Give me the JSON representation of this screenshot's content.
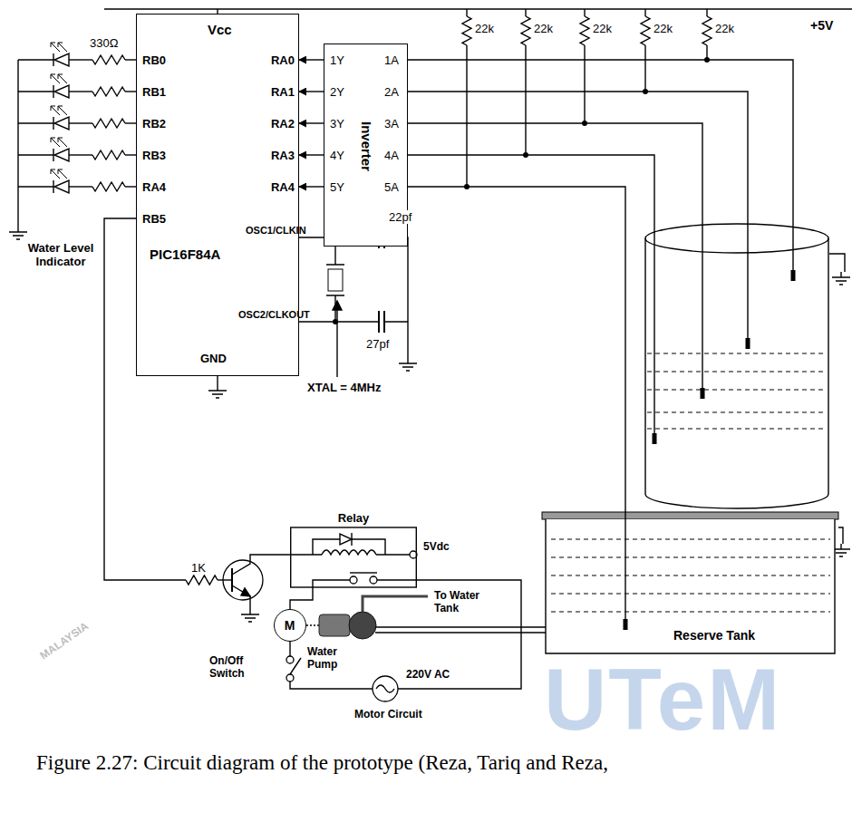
{
  "diagram": {
    "caption": "Figure 2.27: Circuit diagram of the prototype (Reza, Tariq and Reza,",
    "nodes": [
      {
        "text": [
          "PIC16F84A",
          "Vcc",
          "GND",
          "RB0",
          "RB1",
          "RB2",
          "RB3",
          "RA4",
          "RB5",
          "RA0",
          "RA1",
          "RA2",
          "RA3",
          "RA4",
          "OSC1/CLKIN",
          "OSC2/CLKOUT"
        ]
      },
      {
        "text": [
          "Inverter",
          "1Y",
          "2Y",
          "3Y",
          "4Y",
          "5Y",
          "1A",
          "2A",
          "3A",
          "4A",
          "5A"
        ]
      },
      {
        "text": [
          "Water Tank"
        ]
      },
      {
        "text": [
          "Reserve Tank"
        ]
      },
      {
        "text": [
          "Relay"
        ]
      },
      {
        "text": [
          "M"
        ]
      }
    ],
    "edges": [
      {
        "from": 1,
        "to": 0,
        "arrow": "to"
      },
      {
        "from": 1,
        "to": 0,
        "arrow": "to"
      },
      {
        "from": 1,
        "to": 0,
        "arrow": "to"
      },
      {
        "from": 1,
        "to": 0,
        "arrow": "to"
      },
      {
        "from": 1,
        "to": 0,
        "arrow": "to"
      },
      {
        "from": 2,
        "to": 1,
        "arrow": "none"
      },
      {
        "from": 2,
        "to": 1,
        "arrow": "none"
      },
      {
        "from": 2,
        "to": 1,
        "arrow": "none"
      },
      {
        "from": 2,
        "to": 1,
        "arrow": "none"
      },
      {
        "from": 3,
        "to": 1,
        "arrow": "none"
      }
    ],
    "labels": [
      "+5V",
      "22k",
      "22k",
      "22k",
      "22k",
      "22k",
      "330Ω",
      "Water Level Indicator",
      "22pf",
      "27pf",
      "XTAL = 4MHz",
      "1K",
      "5Vdc",
      "To Water Tank",
      "On/Off Switch",
      "Water Pump",
      "220V AC",
      "Motor Circuit",
      "UTeM",
      "MALAYSIA"
    ]
  }
}
